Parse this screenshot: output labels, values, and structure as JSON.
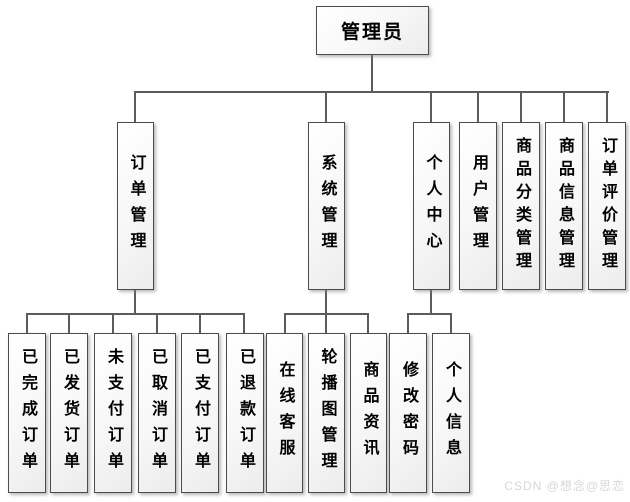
{
  "diagram": {
    "root": {
      "label": "管理员"
    },
    "level2": [
      {
        "label": "订单管理"
      },
      {
        "label": "系统管理"
      },
      {
        "label": "个人中心"
      },
      {
        "label": "用户管理"
      },
      {
        "label": "商品分类管理"
      },
      {
        "label": "商品信息管理"
      },
      {
        "label": "订单评价管理"
      }
    ],
    "order_children": [
      {
        "label": "已完成订单"
      },
      {
        "label": "已发货订单"
      },
      {
        "label": "未支付订单"
      },
      {
        "label": "已取消订单"
      },
      {
        "label": "已支付订单"
      },
      {
        "label": "已退款订单"
      }
    ],
    "system_children": [
      {
        "label": "在线客服"
      },
      {
        "label": "轮播图管理"
      },
      {
        "label": "商品资讯"
      }
    ],
    "personal_children": [
      {
        "label": "修改密码"
      },
      {
        "label": "个人信息"
      }
    ]
  },
  "watermark": "CSDN @想念@思恋",
  "colors": {
    "line": "#5c5c5c",
    "node_border": "#4c4c4c",
    "watermark": "#d7d7d7"
  }
}
